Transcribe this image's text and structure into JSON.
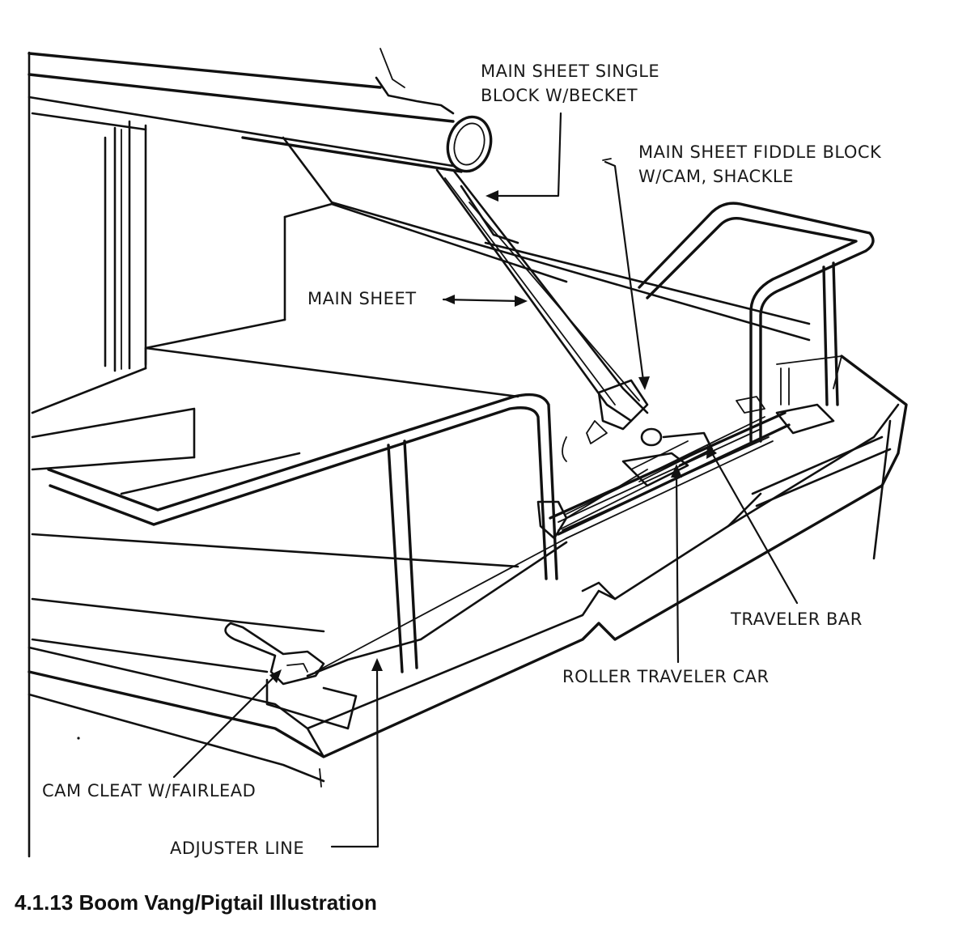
{
  "labels": {
    "main_sheet_single_block_line1": "MAIN SHEET SINGLE",
    "main_sheet_single_block_line2": "BLOCK W/BECKET",
    "fiddle_block_line1": "MAIN SHEET FIDDLE BLOCK",
    "fiddle_block_line2": "W/CAM, SHACKLE",
    "main_sheet": "MAIN SHEET",
    "traveler_bar": "TRAVELER BAR",
    "roller_traveler_car": "ROLLER TRAVELER CAR",
    "cam_cleat": "CAM CLEAT W/FAIRLEAD",
    "adjuster_line": "ADJUSTER LINE"
  },
  "caption": "4.1.13 Boom Vang/Pigtail Illustration"
}
